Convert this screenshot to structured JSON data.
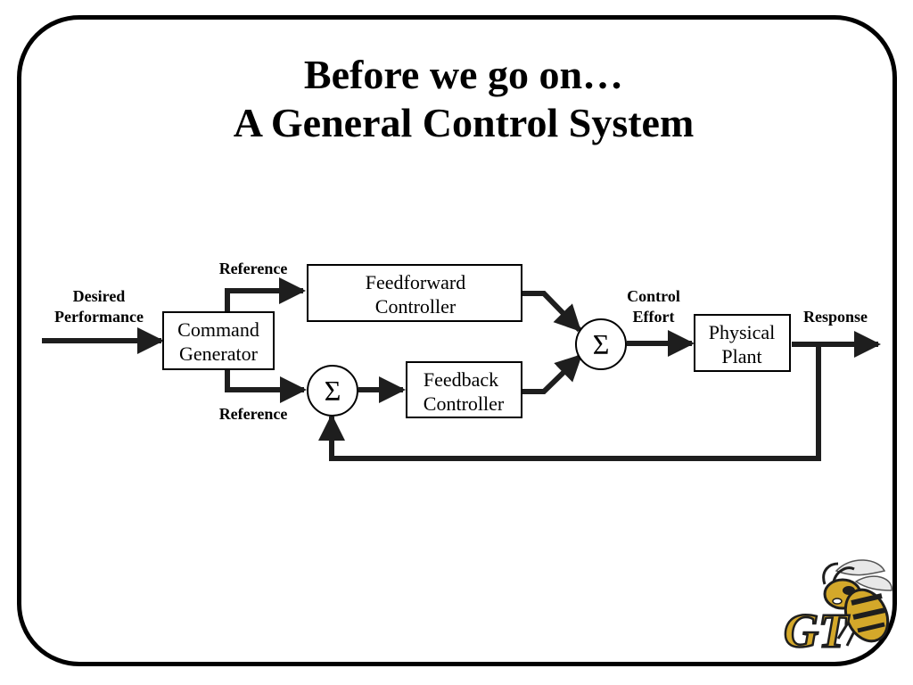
{
  "title": {
    "line1": "Before we go on…",
    "line2": "A General Control System"
  },
  "diagram": {
    "labels": {
      "desired_line1": "Desired",
      "desired_line2": "Performance",
      "reference_top": "Reference",
      "reference_bottom": "Reference",
      "control_effort_line1": "Control",
      "control_effort_line2": "Effort",
      "response": "Response"
    },
    "blocks": {
      "command_generator": [
        "Command",
        "Generator"
      ],
      "feedforward_controller": [
        "Feedforward",
        "Controller"
      ],
      "feedback_controller": [
        "Feedback",
        "Controller"
      ],
      "physical_plant": [
        "Physical",
        "Plant"
      ]
    },
    "summing_symbol": "Σ"
  },
  "logo": {
    "text": "GT",
    "icon": "yellow-jacket-logo-icon",
    "colors": {
      "gold": "#D4A82A",
      "dark": "#1E1E1E"
    }
  }
}
